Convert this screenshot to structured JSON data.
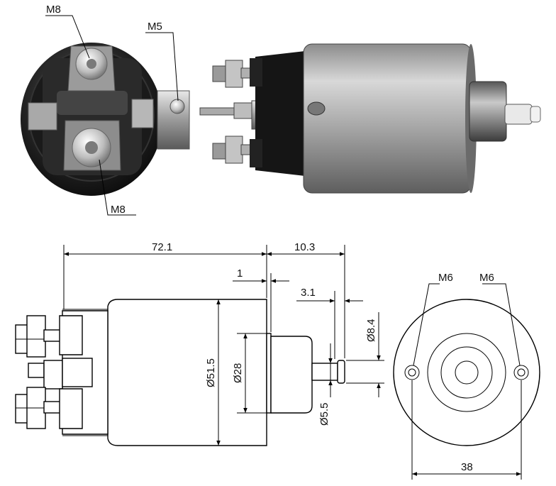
{
  "photo_labels": {
    "top_terminal": "M8",
    "small_terminal": "M5",
    "bottom_terminal": "M8"
  },
  "dimensions": {
    "overall_length": "72.1",
    "plunger_extension": "10.3",
    "flange_gap": "1",
    "tip_length": "3.1",
    "tip_diameter": "Ø8.4",
    "body_diameter": "Ø51.5",
    "boss_diameter": "Ø28",
    "shaft_diameter": "Ø5.5",
    "hole_spacing": "38"
  },
  "end_view_labels": {
    "left_hole": "M6",
    "right_hole": "M6"
  }
}
